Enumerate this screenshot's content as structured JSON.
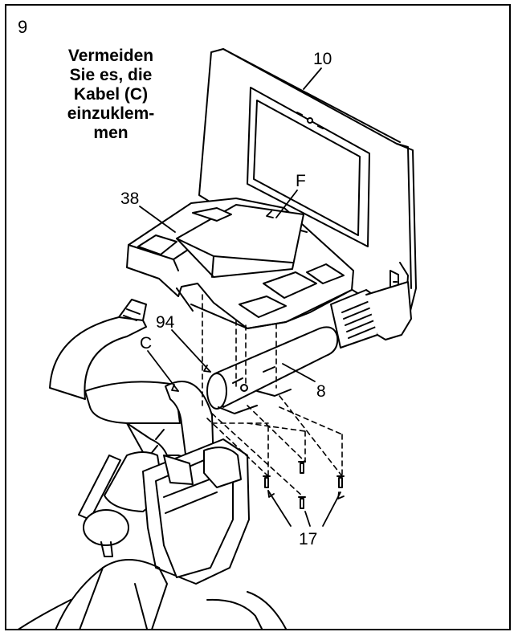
{
  "step_number": "9",
  "warning": {
    "lines": [
      "Vermeiden",
      "Sie es, die",
      "Kabel (C)",
      "einzuklem-",
      "men"
    ]
  },
  "callouts": {
    "part_10": "10",
    "part_38": "38",
    "part_F": "F",
    "part_94": "94",
    "part_C": "C",
    "part_8": "8",
    "part_17": "17"
  }
}
